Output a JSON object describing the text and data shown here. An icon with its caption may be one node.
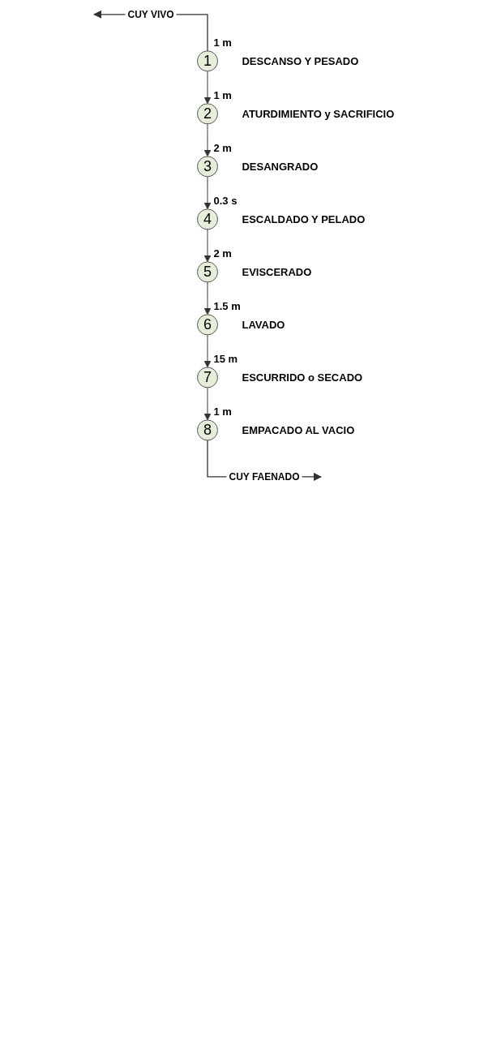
{
  "diagram": {
    "nodes": [
      {
        "text": [
          "1"
        ],
        "beside": [
          "1 m",
          "DESCANSO Y PESADO"
        ]
      },
      {
        "text": [
          "2"
        ],
        "beside": [
          "1 m",
          "ATURDIMIENTO y SACRIFICIO"
        ]
      },
      {
        "text": [
          "3"
        ],
        "beside": [
          "2 m",
          "DESANGRADO"
        ]
      },
      {
        "text": [
          "4"
        ],
        "beside": [
          "0.3 s",
          "ESCALDADO Y PELADO"
        ]
      },
      {
        "text": [
          "5"
        ],
        "beside": [
          "2 m",
          "EVISCERADO"
        ]
      },
      {
        "text": [
          "6"
        ],
        "beside": [
          "1.5 m",
          "LAVADO"
        ]
      },
      {
        "text": [
          "7"
        ],
        "beside": [
          "15 m",
          "ESCURRIDO o SECADO"
        ]
      },
      {
        "text": [
          "8"
        ],
        "beside": [
          "1 m",
          "EMPACADO AL VACIO"
        ]
      }
    ],
    "edges": [
      {
        "from": 0,
        "to": null,
        "arrow": "to",
        "label": "CUY VIVO"
      },
      {
        "from": 0,
        "to": 1,
        "arrow": "to"
      },
      {
        "from": 1,
        "to": 2,
        "arrow": "to"
      },
      {
        "from": 2,
        "to": 3,
        "arrow": "to"
      },
      {
        "from": 3,
        "to": 4,
        "arrow": "to"
      },
      {
        "from": 4,
        "to": 5,
        "arrow": "to"
      },
      {
        "from": 5,
        "to": 6,
        "arrow": "to"
      },
      {
        "from": 6,
        "to": 7,
        "arrow": "to"
      },
      {
        "from": 7,
        "to": null,
        "arrow": "to",
        "label": "CUY FAENADO"
      }
    ]
  }
}
